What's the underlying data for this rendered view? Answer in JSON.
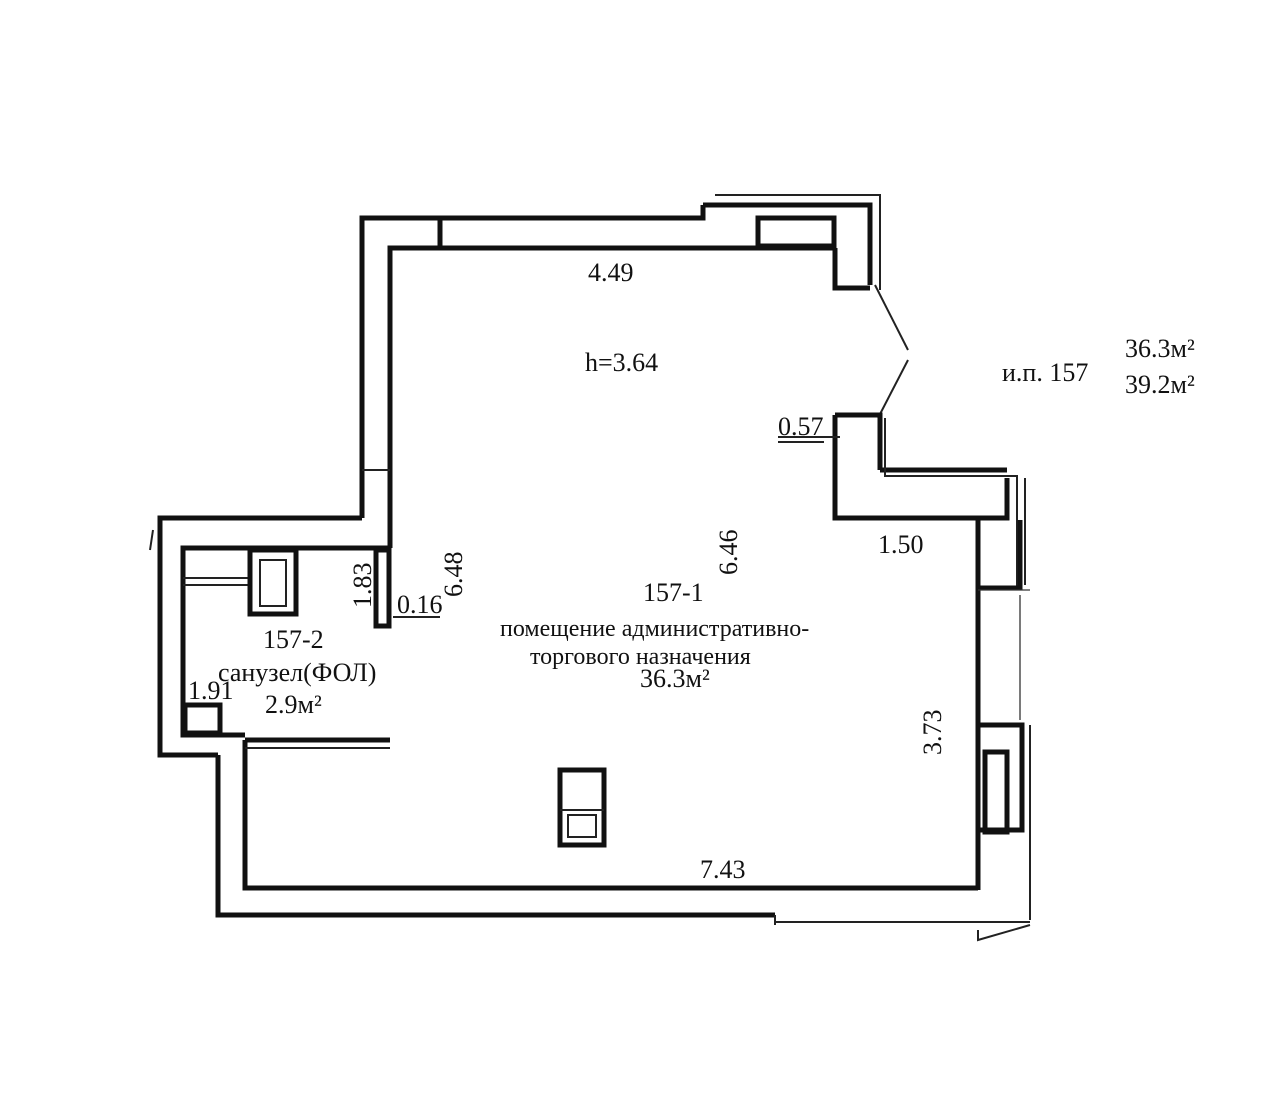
{
  "unit": {
    "id": "и.п. 157",
    "area_main": "36.3м²",
    "area_total": "39.2м²"
  },
  "rooms": [
    {
      "number": "157-1",
      "name_line1": "помещение административно-",
      "name_line2": "торгового назначения",
      "area": "36.3м²"
    },
    {
      "number": "157-2",
      "name": "санузел(ФОЛ)",
      "area": "2.9м²"
    }
  ],
  "ceiling_height": "h=3.64",
  "dimensions": {
    "top_wall": "4.49",
    "room_height": "6.46",
    "left_wall": "6.48",
    "recess": "0.57",
    "step": "1.50",
    "right_wall": "3.73",
    "bottom_wall": "7.43",
    "wc_depth": "1.83",
    "partition": "0.16",
    "wc_width": "1.91"
  },
  "colors": {
    "ink": "#111111",
    "paper": "#ffffff"
  }
}
